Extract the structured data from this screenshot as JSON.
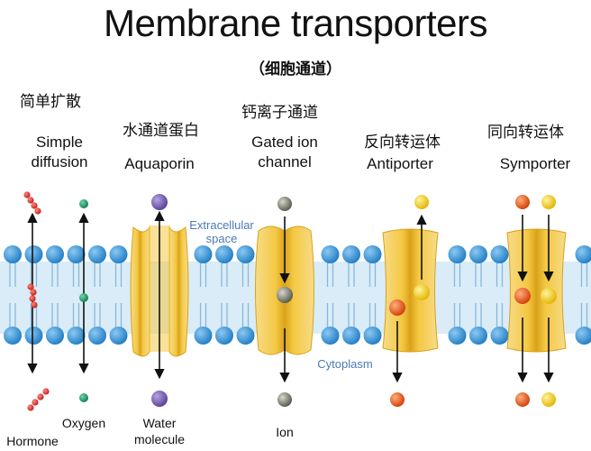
{
  "title": "Membrane transporters",
  "subtitle": "（细胞通道）",
  "transporters": [
    {
      "cn": "简单扩散",
      "en_line1": "Simple",
      "en_line2": "diffusion"
    },
    {
      "cn": "水通道蛋白",
      "en_line1": "Aquaporin",
      "en_line2": ""
    },
    {
      "cn": "钙离子通道",
      "en_line1": "Gated ion",
      "en_line2": "channel"
    },
    {
      "cn": "反向转运体",
      "en_line1": "Antiporter",
      "en_line2": ""
    },
    {
      "cn": "同向转运体",
      "en_line1": "Symporter",
      "en_line2": ""
    }
  ],
  "regions": {
    "extracellular_line1": "Extracellular",
    "extracellular_line2": "space",
    "cytoplasm": "Cytoplasm"
  },
  "molecules": {
    "hormone": "Hormone",
    "oxygen": "Oxygen",
    "water_line1": "Water",
    "water_line2": "molecule",
    "ion": "Ion"
  },
  "colors": {
    "lipid_head": "#2a8fd6",
    "membrane_band": "#d9ecf8",
    "protein": "#f4c842",
    "hormone": "#d92b2b",
    "oxygen": "#1a9a6a",
    "water": "#7a5fb5",
    "ion": "#6f6f66",
    "orange_ion": "#e8501a",
    "yellow_ion": "#f4cc12",
    "region_text": "#4a7ab8"
  }
}
